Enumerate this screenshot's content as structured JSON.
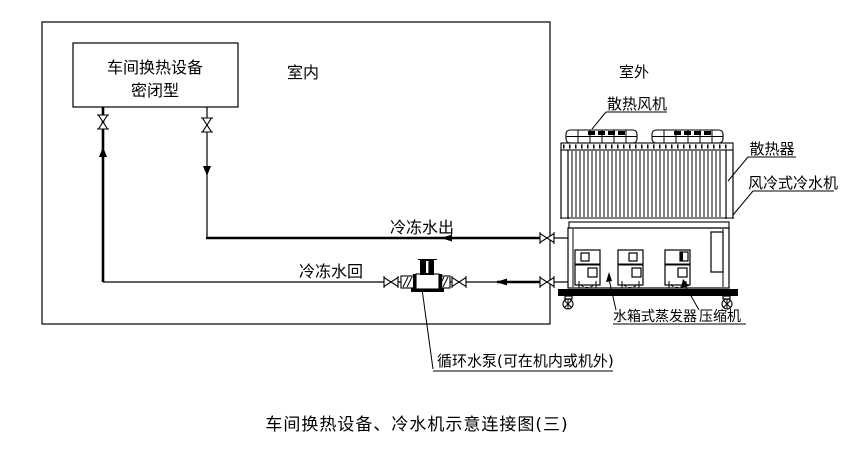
{
  "title": "车间换热设备、冷水机示意连接图(三)",
  "indoor": {
    "zone_label": "室内",
    "equipment_box": {
      "line1": "车间换热设备",
      "line2": "密闭型"
    }
  },
  "outdoor": {
    "zone_label": "室外"
  },
  "pipes": {
    "supply_label": "冷冻水出",
    "return_label": "冷冻水回",
    "pump_label": "循环水泵(可在机内或机外)"
  },
  "chiller": {
    "fan_label": "散热风机",
    "radiator_label": "散热器",
    "unit_label": "风冷式冷水机",
    "evaporator_label": "水箱式蒸发器",
    "compressor_label": "压缩机"
  },
  "colors": {
    "line": "#000000",
    "background": "#ffffff"
  }
}
